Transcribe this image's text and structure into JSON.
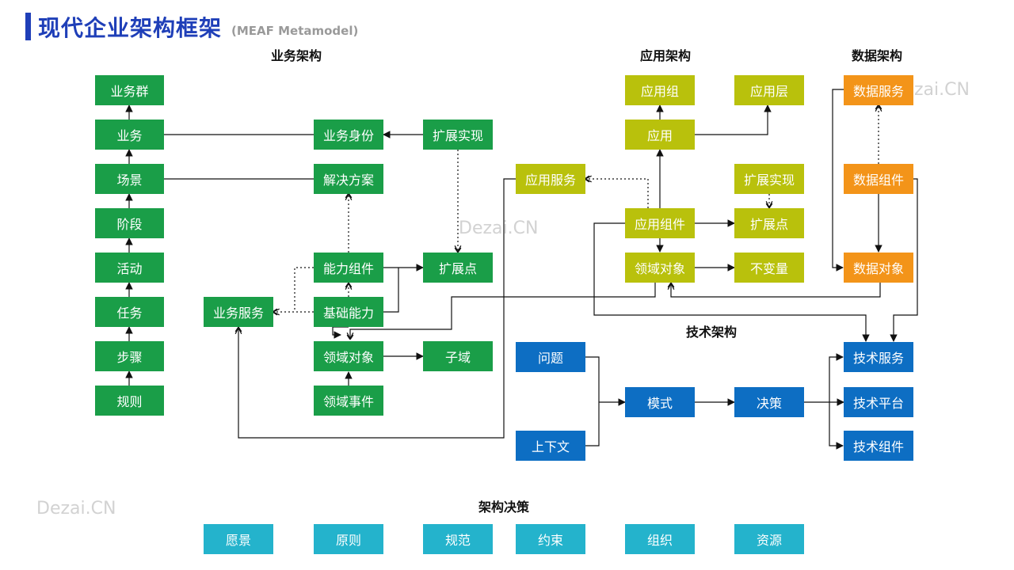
{
  "title": "现代企业架构框架",
  "subtitle": "(MEAF Metamodel)",
  "watermarks": [
    "Dezai.CN",
    "Dezai.CN",
    "zai.CN"
  ],
  "sections": {
    "business": "业务架构",
    "application": "应用架构",
    "data": "数据架构",
    "technology": "技术架构",
    "decision": "架构决策"
  },
  "colors": {
    "business": "#1a9e48",
    "application": "#b9c10c",
    "data": "#f39419",
    "technology": "#0d6ec3",
    "decision": "#24b3cc"
  },
  "nodes": {
    "biz_group": "业务群",
    "biz": "业务",
    "scene": "场景",
    "stage": "阶段",
    "activity": "活动",
    "task": "任务",
    "step": "步骤",
    "rule": "规则",
    "biz_identity": "业务身份",
    "solution": "解决方案",
    "biz_ext_impl": "扩展实现",
    "cap_component": "能力组件",
    "base_capability": "基础能力",
    "biz_ext_point": "扩展点",
    "biz_service": "业务服务",
    "biz_domain_object": "领域对象",
    "biz_domain_event": "领域事件",
    "subdomain": "子域",
    "app_service": "应用服务",
    "app_group": "应用组",
    "app_layer": "应用层",
    "app": "应用",
    "app_component": "应用组件",
    "app_ext_impl": "扩展实现",
    "app_ext_point": "扩展点",
    "app_domain_object": "领域对象",
    "invariant": "不变量",
    "data_service": "数据服务",
    "data_component": "数据组件",
    "data_object": "数据对象",
    "problem": "问题",
    "context": "上下文",
    "pattern": "模式",
    "decision": "决策",
    "tech_service": "技术服务",
    "tech_platform": "技术平台",
    "tech_component": "技术组件",
    "vision": "愿景",
    "principle": "原则",
    "standard": "规范",
    "constraint": "约束",
    "organization": "组织",
    "resource": "资源"
  }
}
